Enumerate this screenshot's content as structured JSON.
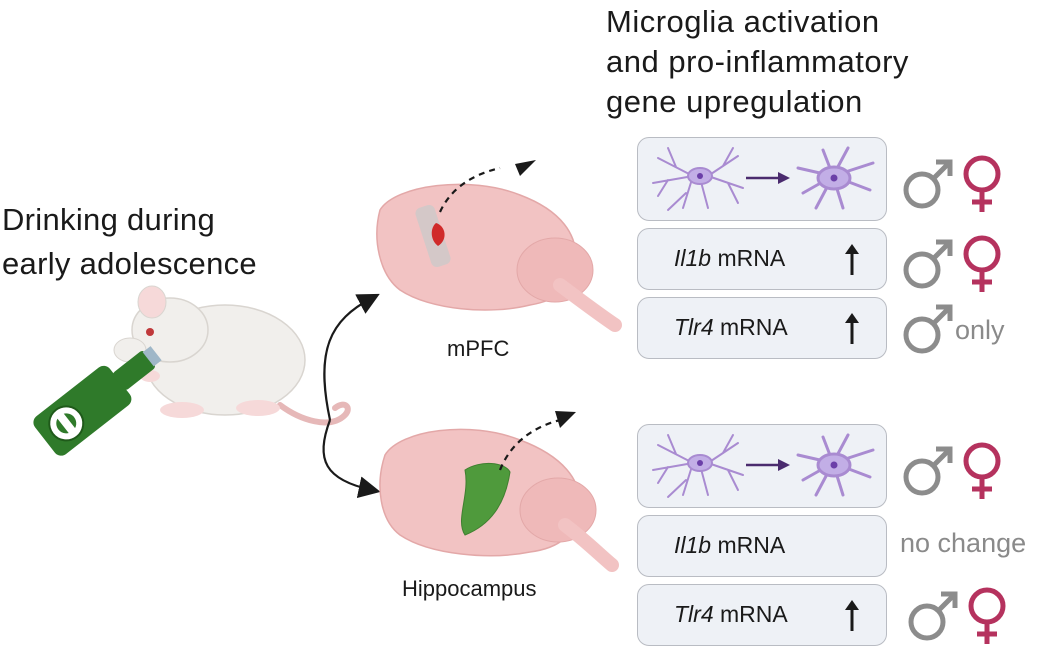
{
  "title": {
    "line1": "Microglia activation",
    "line2": "and pro-inflammatory",
    "line3": "gene upregulation"
  },
  "drinking": {
    "line1": "Drinking during",
    "line2": "early adolescence"
  },
  "regions": {
    "mpfc": "mPFC",
    "hippocampus": "Hippocampus"
  },
  "mpfc_rows": [
    {
      "type": "microglia"
    },
    {
      "gene": "Il1b",
      "suffix": "mRNA",
      "change": "up"
    },
    {
      "gene": "Tlr4",
      "suffix": "mRNA",
      "change": "up",
      "note": "only"
    }
  ],
  "hippo_rows": [
    {
      "type": "microglia"
    },
    {
      "gene": "Il1b",
      "suffix": "mRNA",
      "note": "no change"
    },
    {
      "gene": "Tlr4",
      "suffix": "mRNA",
      "change": "up"
    }
  ],
  "colors": {
    "male": "#8c8c8c",
    "female": "#b5325e",
    "microglia": "#a98bd1",
    "brain": "#f2c3c3",
    "hippocampus": "#4f9a3c",
    "bottle": "#2f7a2a"
  },
  "icons": [
    "male-symbol",
    "female-symbol",
    "microglia-cell",
    "rat",
    "beer-bottle",
    "brain",
    "up-arrow"
  ]
}
